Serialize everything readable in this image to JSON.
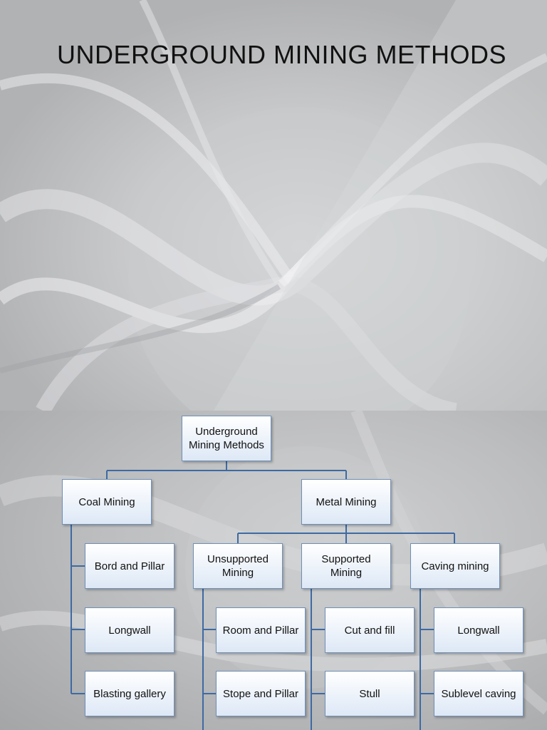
{
  "slide1": {
    "title": "UNDERGROUND MINING METHODS"
  },
  "diagram": {
    "root": "Underground\nMining Methods",
    "coal": {
      "label": "Coal Mining",
      "children": [
        "Bord and Pillar",
        "Longwall",
        "Blasting gallery"
      ]
    },
    "metal": {
      "label": "Metal Mining",
      "unsupported": {
        "label": "Unsupported\nMining",
        "children": [
          "Room and Pillar",
          "Stope and Pillar"
        ]
      },
      "supported": {
        "label": "Supported\nMining",
        "children": [
          "Cut and fill",
          "Stull"
        ]
      },
      "caving": {
        "label": "Caving mining",
        "children": [
          "Longwall",
          "Sublevel caving"
        ]
      }
    }
  }
}
